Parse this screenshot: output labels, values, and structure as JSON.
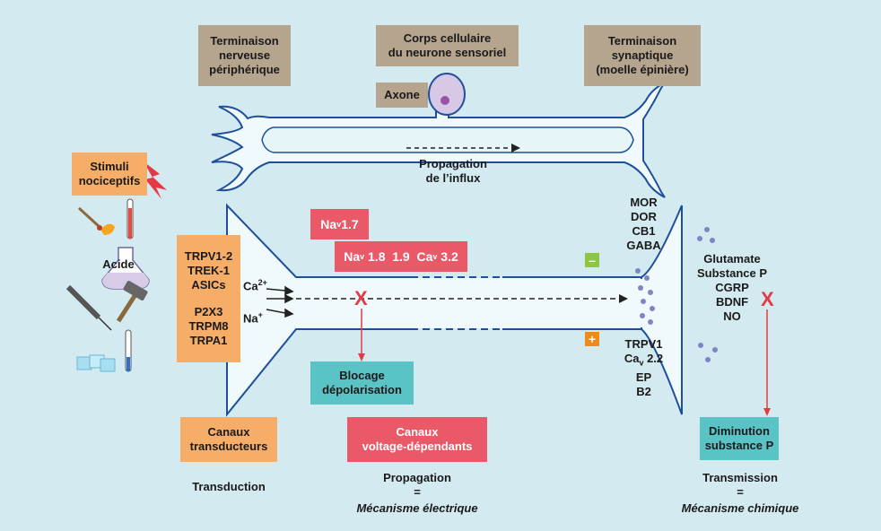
{
  "top": {
    "peripheral_terminal": "Terminaison\nnerveuse\npériphérique",
    "cell_body": "Corps cellulaire\ndu neurone sensoriel",
    "axon": "Axone",
    "synaptic_terminal": "Terminaison\nsynaptique\n(moelle épinière)",
    "propagation_influx": "Propagation\nde l’influx"
  },
  "stimuli": {
    "label": "Stimuli\nnociceptifs",
    "acid": "Acide"
  },
  "transducers": {
    "group1": "TRPV1-2\nTREK-1\nASICs",
    "group2": "P2X3\nTRPM8\nTRPA1",
    "ion1": "Ca",
    "ion1_sup": "2+",
    "ion2": "Na",
    "ion2_sup": "+"
  },
  "nav17": {
    "a": "Na",
    "b": "v",
    "c": " 1.7"
  },
  "nav18": {
    "a": "Na",
    "b": "v",
    "c": " 1.8  1.9  Ca",
    "d": "v",
    "e": " 3.2"
  },
  "blocking": "Blocage\ndépolarisation",
  "receptors_inhib": "MOR\nDOR\nCB1\nGABA",
  "receptors_exc": {
    "l1": "TRPV1",
    "l2a": "Ca",
    "l2b": "v",
    "l2c": " 2.2",
    "l3": "EP\nB2"
  },
  "minus": "–",
  "plus": "+",
  "transmitters": "Glutamate\nSubstance P\nCGRP\nBDNF\nNO",
  "cross": "X",
  "reduction": "Diminution\nsubstance P",
  "bottom": {
    "transducer_channels": "Canaux\ntransducteurs",
    "transduction": "Transduction",
    "voltage_channels": "Canaux\nvoltage-dépendants",
    "propagation": "Propagation\n=",
    "electrical": "Mécanisme électrique",
    "transmission": "Transmission\n=",
    "chemical": "Mécanisme chimique"
  },
  "colors": {
    "background": "#d3ebf0",
    "outline": "#1f4f9c",
    "fiber": "#f0fafc",
    "brown": "#b5a58e",
    "orange": "#f6ad68",
    "red": "#e95968",
    "teal": "#5ac3c6",
    "green": "#8dc63f",
    "dots": "#7d86c4"
  }
}
